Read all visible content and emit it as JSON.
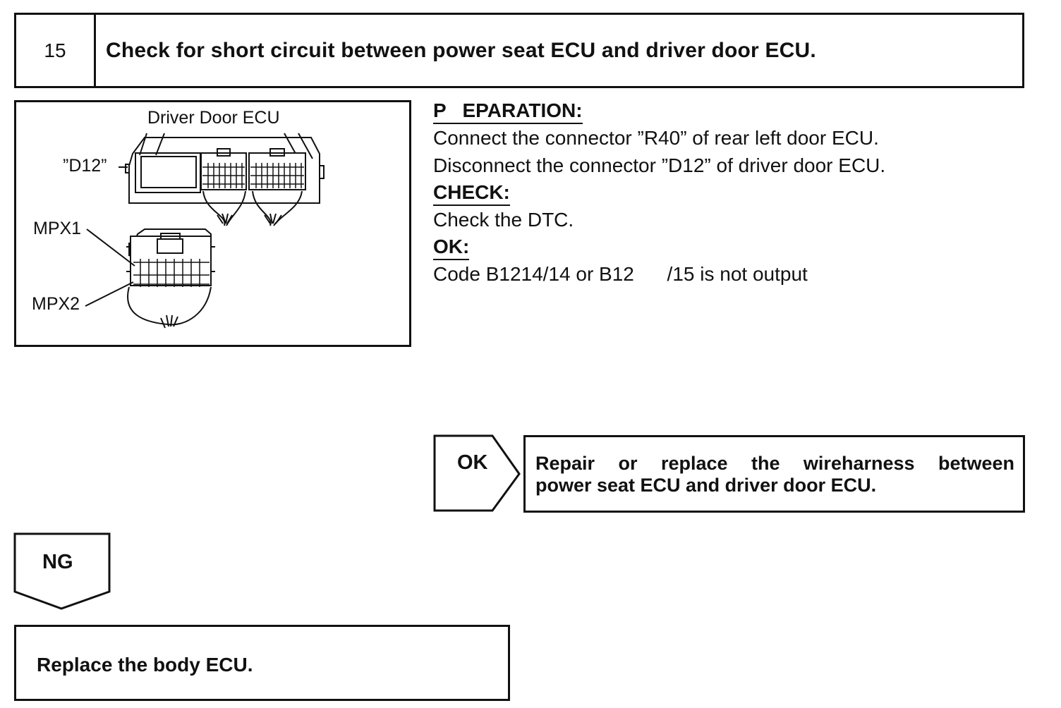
{
  "step": {
    "number": "15",
    "title": "Check for short circuit between power seat ECU and driver door ECU."
  },
  "figure": {
    "title": "Driver Door ECU",
    "connector_label": "”D12”",
    "pin_label_1": "MPX1",
    "pin_label_2": "MPX2"
  },
  "procedure": {
    "preparation_heading": "P   EPARATION:",
    "preparation_lines": [
      "Connect the connector ”R40” of rear left door ECU.",
      "Disconnect the connector ”D12” of driver door ECU."
    ],
    "check_heading": "CHECK:",
    "check_lines": [
      "Check the DTC."
    ],
    "ok_heading": "OK:",
    "ok_lines": [
      "Code B1214/14 or B12      /15 is not output"
    ]
  },
  "ok_branch": {
    "label": "OK",
    "result_line1": "Repair or replace the wireharness between",
    "result_line2": "power seat ECU and driver door ECU."
  },
  "ng_branch": {
    "label": "NG",
    "result": "Replace the body ECU."
  }
}
